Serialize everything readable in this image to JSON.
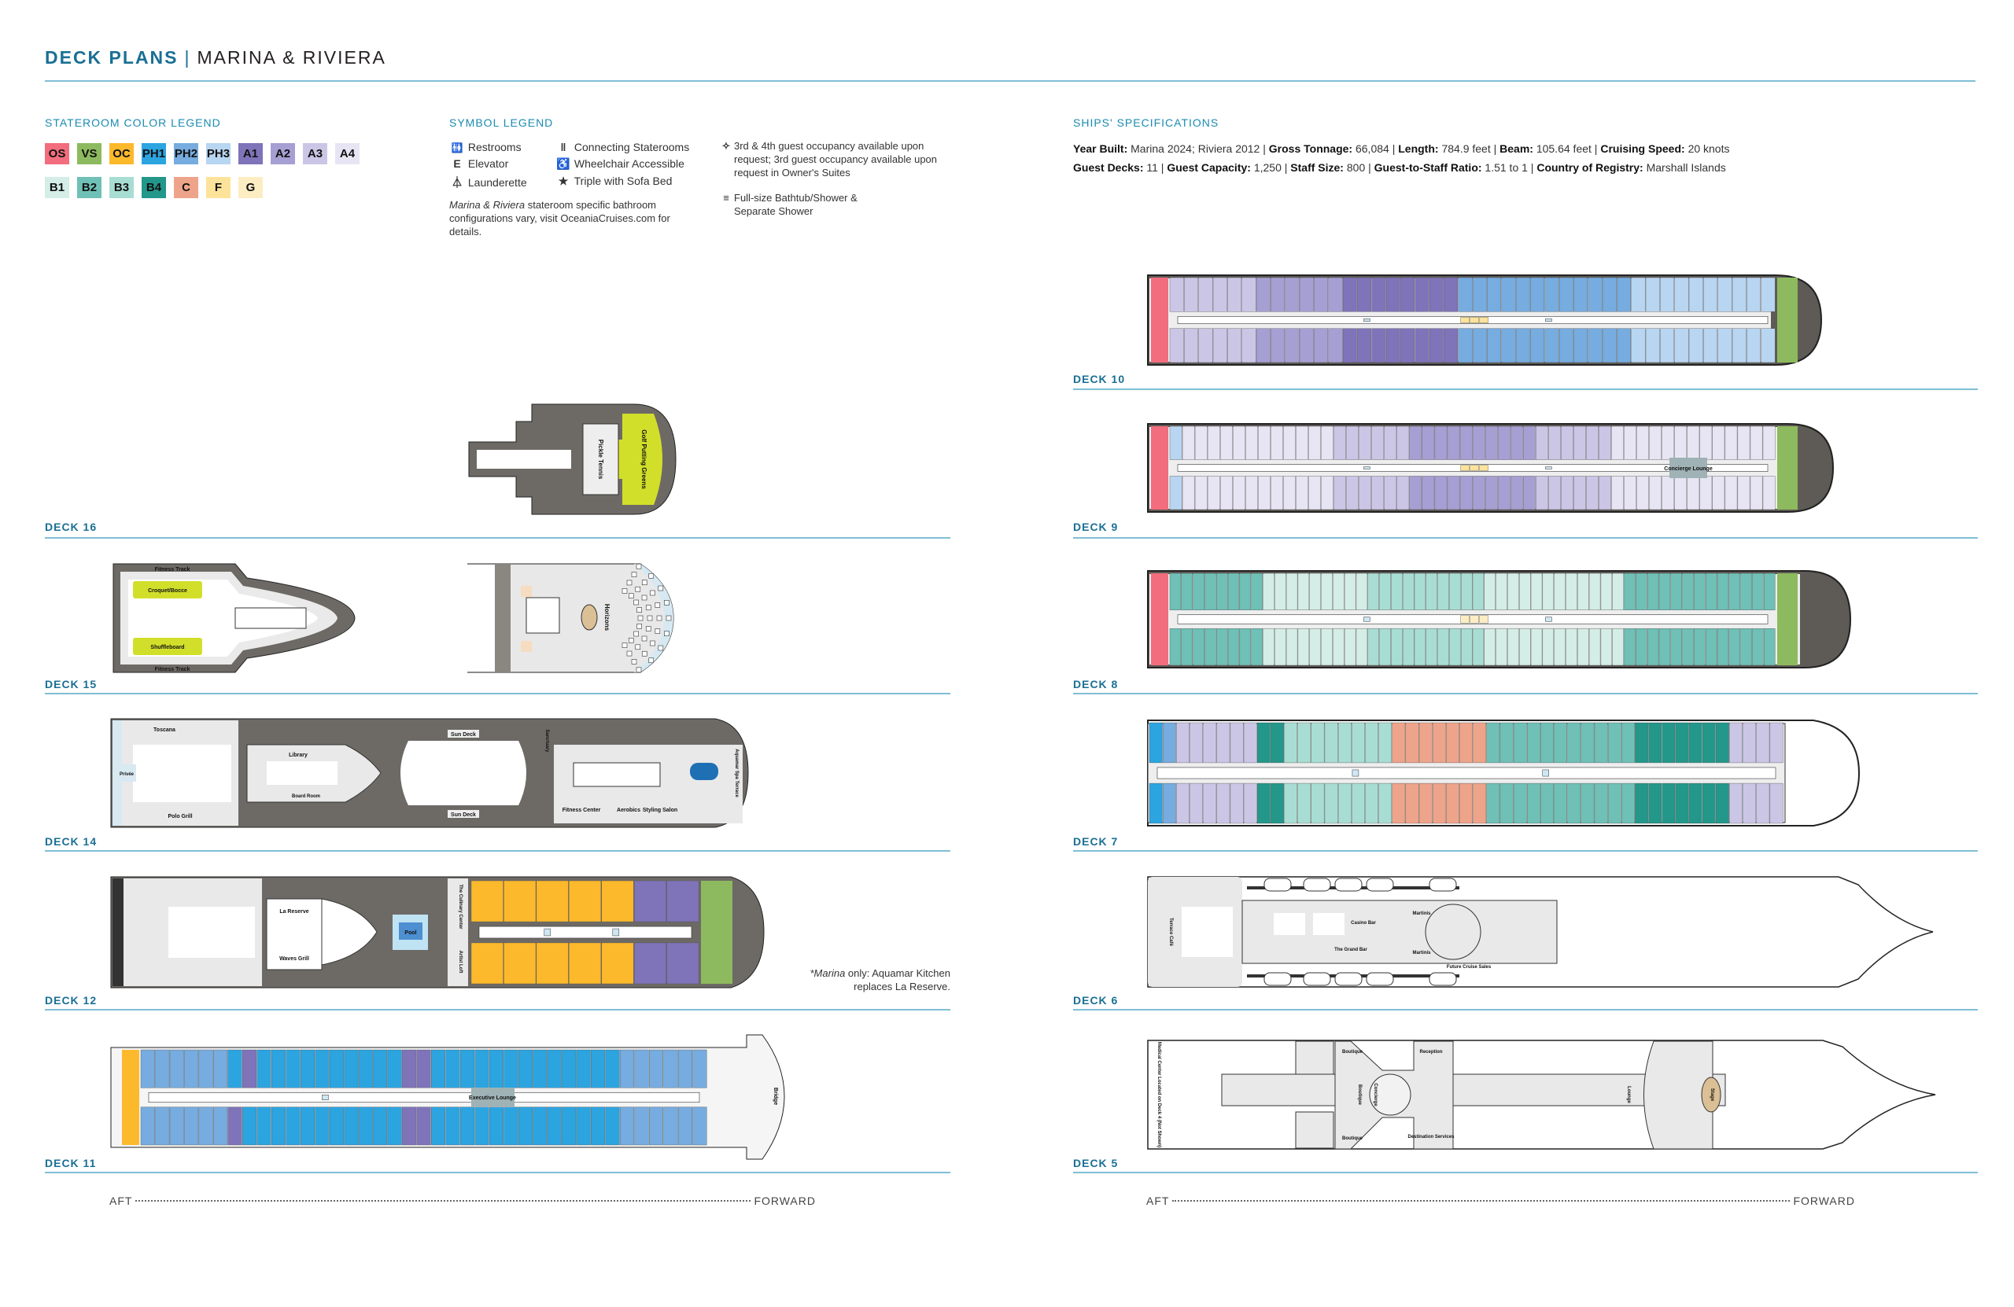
{
  "header": {
    "title_bold": "DECK PLANS",
    "title_rest": "MARINA & RIVIERA"
  },
  "stateroom_legend": {
    "heading": "STATEROOM COLOR LEGEND",
    "items": [
      {
        "code": "OS",
        "color": "#f26d7d"
      },
      {
        "code": "VS",
        "color": "#8dba5e"
      },
      {
        "code": "OC",
        "color": "#fdb92c"
      },
      {
        "code": "PH1",
        "color": "#2ba4e0"
      },
      {
        "code": "PH2",
        "color": "#76acdf"
      },
      {
        "code": "PH3",
        "color": "#b8d5f1"
      },
      {
        "code": "A1",
        "color": "#7f73b9"
      },
      {
        "code": "A2",
        "color": "#a69fd3"
      },
      {
        "code": "A3",
        "color": "#cbc6e6"
      },
      {
        "code": "A4",
        "color": "#e7e5f4"
      },
      {
        "code": "B1",
        "color": "#d4ede6"
      },
      {
        "code": "B2",
        "color": "#6fc0b6"
      },
      {
        "code": "B3",
        "color": "#a8ddd3"
      },
      {
        "code": "B4",
        "color": "#22978a"
      },
      {
        "code": "C",
        "color": "#eea48a"
      },
      {
        "code": "F",
        "color": "#fde39a"
      },
      {
        "code": "G",
        "color": "#fdedc3"
      }
    ]
  },
  "symbol_legend": {
    "heading": "SYMBOL LEGEND",
    "items": [
      {
        "icon": "restrooms-icon",
        "glyph": "🚻",
        "label": "Restrooms"
      },
      {
        "icon": "elevator-icon",
        "glyph": "E",
        "label": "Elevator"
      },
      {
        "icon": "launderette-icon",
        "glyph": "⏃",
        "label": "Launderette"
      },
      {
        "icon": "connecting-icon",
        "glyph": "‖",
        "label": "Connecting Staterooms"
      },
      {
        "icon": "wheelchair-icon",
        "glyph": "♿",
        "label": "Wheelchair Accessible"
      },
      {
        "icon": "star-icon",
        "glyph": "★",
        "label": "Triple with Sofa Bed"
      },
      {
        "icon": "diamond-icon",
        "glyph": "✧",
        "label": "3rd & 4th guest occupancy available upon request; 3rd guest occupancy available upon request in Owner's Suites"
      },
      {
        "icon": "bathtub-icon",
        "glyph": "≡",
        "label": "Full-size Bathtub/Shower & Separate Shower"
      }
    ],
    "note_italic": "Marina & Riviera",
    "note_rest": " stateroom specific bathroom configurations vary, visit OceaniaCruises.com for details."
  },
  "specs": {
    "heading": "SHIPS' SPECIFICATIONS",
    "line1": [
      {
        "k": "Year Built:",
        "v": "Marina 2024; Riviera 2012"
      },
      {
        "k": "Gross Tonnage:",
        "v": "66,084"
      },
      {
        "k": "Length:",
        "v": "784.9 feet"
      },
      {
        "k": "Beam:",
        "v": "105.64 feet"
      },
      {
        "k": "Cruising Speed:",
        "v": "20 knots"
      }
    ],
    "line2": [
      {
        "k": "Guest Decks:",
        "v": "11"
      },
      {
        "k": "Guest Capacity:",
        "v": "1,250"
      },
      {
        "k": "Staff Size:",
        "v": "800"
      },
      {
        "k": "Guest-to-Staff Ratio:",
        "v": "1.51 to 1"
      },
      {
        "k": "Country of Registry:",
        "v": "Marshall Islands"
      }
    ]
  },
  "decks": {
    "d16": {
      "label": "DECK 16",
      "venues": [
        "Pickle Tennis",
        "Golf Putting Greens"
      ]
    },
    "d15": {
      "label": "DECK 15",
      "venues": [
        "Fitness Track",
        "Croquet/Bocce",
        "Shuffleboard",
        "Fitness Track",
        "Horizons"
      ]
    },
    "d14": {
      "label": "DECK 14",
      "venues": [
        "Toscana",
        "Privée",
        "Polo Grill",
        "Library",
        "Board Room",
        "Sun Deck",
        "Sun Deck",
        "Sanctuary",
        "Fitness Center",
        "Aerobics",
        "Styling Salon",
        "Aquamar Spa Terrace"
      ]
    },
    "d12": {
      "label": "DECK 12",
      "venues": [
        "La Reserve",
        "Waves Grill",
        "Pool",
        "The Culinary Center",
        "Artist Loft"
      ],
      "cabins": {
        "top": [
          {
            "c": "OC",
            "n": 5
          },
          {
            "c": "A1",
            "n": 2
          }
        ],
        "bottom": [
          {
            "c": "OC",
            "n": 5
          },
          {
            "c": "A1",
            "n": 2
          }
        ],
        "fwd": "VS"
      },
      "note_italic": "*Marina",
      "note_rest": " only: Aquamar Kitchen replaces La Reserve."
    },
    "d11": {
      "label": "DECK 11",
      "venues": [
        "Executive Lounge",
        "Bridge"
      ],
      "cabins": {
        "aft": "OC",
        "top": [
          {
            "c": "PH2",
            "n": 6
          },
          {
            "c": "PH1",
            "n": 1
          },
          {
            "c": "A1",
            "n": 1
          },
          {
            "c": "PH1",
            "n": 10
          },
          {
            "c": "A1",
            "n": 2
          },
          {
            "c": "PH1",
            "n": 13
          },
          {
            "c": "PH2",
            "n": 6
          }
        ],
        "bottom": [
          {
            "c": "PH2",
            "n": 6
          },
          {
            "c": "A1",
            "n": 1
          },
          {
            "c": "PH1",
            "n": 11
          },
          {
            "c": "A1",
            "n": 2
          },
          {
            "c": "PH1",
            "n": 13
          },
          {
            "c": "PH2",
            "n": 6
          }
        ]
      }
    },
    "d10": {
      "label": "DECK 10",
      "cabins": {
        "aft": "OS",
        "fwd": "VS",
        "top": [
          {
            "c": "A3",
            "n": 6
          },
          {
            "c": "A2",
            "n": 6
          },
          {
            "c": "A1",
            "n": 8
          },
          {
            "c": "PH2",
            "n": 12
          },
          {
            "c": "PH3",
            "n": 10
          }
        ],
        "bottom": [
          {
            "c": "A3",
            "n": 6
          },
          {
            "c": "A2",
            "n": 6
          },
          {
            "c": "A1",
            "n": 8
          },
          {
            "c": "PH2",
            "n": 12
          },
          {
            "c": "PH3",
            "n": 10
          }
        ],
        "mid": "F"
      }
    },
    "d9": {
      "label": "DECK 9",
      "venues": [
        "Concierge Lounge"
      ],
      "cabins": {
        "aft": "OS",
        "fwd": "VS",
        "top": [
          {
            "c": "PH3",
            "n": 1
          },
          {
            "c": "A4",
            "n": 12
          },
          {
            "c": "A3",
            "n": 6
          },
          {
            "c": "A2",
            "n": 10
          },
          {
            "c": "A3",
            "n": 6
          },
          {
            "c": "A4",
            "n": 13
          }
        ],
        "bottom": [
          {
            "c": "PH3",
            "n": 1
          },
          {
            "c": "A4",
            "n": 12
          },
          {
            "c": "A3",
            "n": 6
          },
          {
            "c": "A2",
            "n": 10
          },
          {
            "c": "A3",
            "n": 6
          },
          {
            "c": "A4",
            "n": 13
          }
        ],
        "mid": "F"
      }
    },
    "d8": {
      "label": "DECK 8",
      "cabins": {
        "aft": "OS",
        "fwd": "VS",
        "top": [
          {
            "c": "B2",
            "n": 8
          },
          {
            "c": "B1",
            "n": 9
          },
          {
            "c": "B3",
            "n": 10
          },
          {
            "c": "B1",
            "n": 12
          },
          {
            "c": "B2",
            "n": 13
          }
        ],
        "bottom": [
          {
            "c": "B2",
            "n": 8
          },
          {
            "c": "B1",
            "n": 9
          },
          {
            "c": "B3",
            "n": 10
          },
          {
            "c": "B1",
            "n": 12
          },
          {
            "c": "B2",
            "n": 13
          }
        ],
        "mid": "G"
      }
    },
    "d7": {
      "label": "DECK 7",
      "cabins": {
        "top": [
          {
            "c": "PH1",
            "n": 1
          },
          {
            "c": "PH2",
            "n": 1
          },
          {
            "c": "A3",
            "n": 6
          },
          {
            "c": "B4",
            "n": 2
          },
          {
            "c": "B3",
            "n": 8
          },
          {
            "c": "C",
            "n": 7
          },
          {
            "c": "B2",
            "n": 11
          },
          {
            "c": "B4",
            "n": 7
          },
          {
            "c": "A3",
            "n": 4
          }
        ],
        "bottom": [
          {
            "c": "PH1",
            "n": 1
          },
          {
            "c": "PH2",
            "n": 1
          },
          {
            "c": "A3",
            "n": 6
          },
          {
            "c": "B4",
            "n": 2
          },
          {
            "c": "B3",
            "n": 8
          },
          {
            "c": "C",
            "n": 7
          },
          {
            "c": "B2",
            "n": 11
          },
          {
            "c": "B4",
            "n": 7
          },
          {
            "c": "A3",
            "n": 4
          }
        ]
      }
    },
    "d6": {
      "label": "DECK 6",
      "venues": [
        "Terrace Café",
        "Casino Bar",
        "The Grand Bar",
        "Martinis",
        "Martinis",
        "Future Cruise Sales"
      ]
    },
    "d5": {
      "label": "DECK 5",
      "venues": [
        "Medical Center Located on Deck 4 (Not Shown)",
        "Boutique",
        "Boutique",
        "Boutique",
        "Concierge",
        "Reception",
        "Destination Services",
        "Lounge",
        "Stage"
      ]
    }
  },
  "direction": {
    "aft": "AFT",
    "forward": "FORWARD"
  }
}
